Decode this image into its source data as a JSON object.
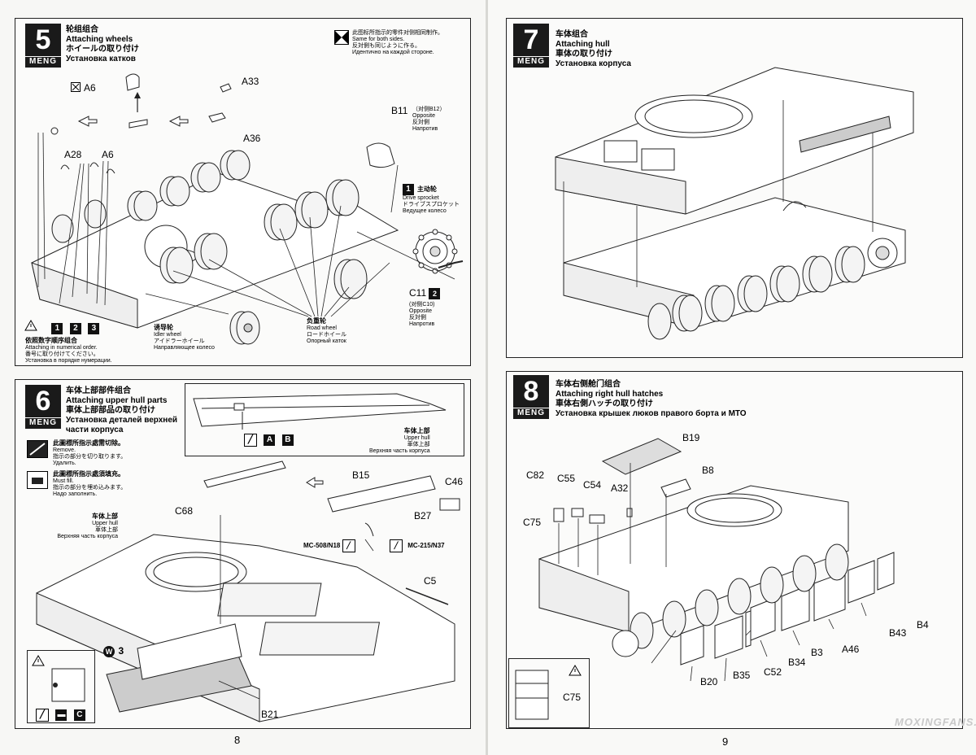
{
  "watermark": "MOXINGFANS.COM",
  "pages": {
    "left_number": "8",
    "right_number": "9"
  },
  "step5": {
    "number": "5",
    "brand": "MENG",
    "title_cn": "轮组组合",
    "title_en": "Attaching wheels",
    "title_jp": "ホイールの取り付け",
    "title_ru": "Установка катков",
    "note_cn": "此图标所指示的零件对侧相同制作。",
    "note_en": "Same for both sides.",
    "note_jp": "反対側も同じように作る。",
    "note_ru": "Идентично на каждой стороне.",
    "parts": {
      "a6_top": "A6",
      "a33": "A33",
      "a36": "A36",
      "a28": "A28",
      "a6_side": "A6",
      "b11": "B11",
      "b11_opp": "（对侧B12）",
      "opposite_en": "Opposite",
      "opposite_jp": "反対側",
      "opposite_ru": "Напротив",
      "c11": "C11",
      "c11_num": "2",
      "c11_opp": "(对侧C10)",
      "c11_opp_en": "Opposite",
      "c11_opp_jp": "反対側",
      "c11_opp_ru": "Напротив"
    },
    "sprocket": {
      "num": "1",
      "cn": "主动轮",
      "en": "Drive sprocket",
      "jp": "ドライブスプロケット",
      "ru": "Ведущее колесо"
    },
    "idler": {
      "cn": "诱导轮",
      "en": "Idler wheel",
      "jp": "アイドラーホイール",
      "ru": "Направляющее колесо"
    },
    "road": {
      "cn": "负重轮",
      "en": "Road wheel",
      "jp": "ロードホイール",
      "ru": "Опорный каток"
    },
    "order": {
      "n1": "1",
      "n2": "2",
      "n3": "3",
      "cn": "依照数字顺序组合",
      "en": "Attaching in numerical order.",
      "jp": "番号に取り付けてください。",
      "ru": "Установка в порядке нумерации."
    }
  },
  "step6": {
    "number": "6",
    "brand": "MENG",
    "title_cn": "车体上部部件组合",
    "title_en": "Attaching upper hull parts",
    "title_jp": "車体上部部品の取り付け",
    "title_ru1": "Установка деталей верхней",
    "title_ru2": "части корпуса",
    "remove": {
      "cn": "此圖標所指示處需切除。",
      "en": "Remove.",
      "jp": "指示の部分を切り取ります。",
      "ru": "Удалить."
    },
    "fill": {
      "cn": "此圖標所指示處須填充。",
      "en": "Must fill.",
      "jp": "指示の部分を埋め込みます。",
      "ru": "Надо заполнить."
    },
    "upper_hull": {
      "cn": "车体上部",
      "en": "Upper hull",
      "jp": "車体上部",
      "ru": "Верхняя часть корпуса"
    },
    "inset_upper_hull": {
      "cn": "车体上部",
      "en": "Upper hull",
      "jp": "車体上部",
      "ru": "Верхняя часть корпуса"
    },
    "inset_a": "A",
    "inset_b": "B",
    "parts": {
      "b15": "B15",
      "c46": "C46",
      "c68": "C68",
      "b27": "B27",
      "c5": "C5",
      "b21": "B21",
      "w3": "3",
      "w3_letter": "W",
      "c_box": "C"
    },
    "paints": {
      "p1": "MC-508/N18",
      "p2": "MC-215/N37"
    }
  },
  "step7": {
    "number": "7",
    "brand": "MENG",
    "title_cn": "车体组合",
    "title_en": "Attaching hull",
    "title_jp": "車体の取り付け",
    "title_ru": "Установка корпуса"
  },
  "step8": {
    "number": "8",
    "brand": "MENG",
    "title_cn": "车体右侧舱门组合",
    "title_en": "Attaching right hull hatches",
    "title_jp": "車体右側ハッチの取り付け",
    "title_ru": "Установка крышек люков правого борта и МТО",
    "parts": {
      "b19": "B19",
      "b8": "B8",
      "c82": "C82",
      "c55": "C55",
      "c54": "C54",
      "a32": "A32",
      "c75": "C75",
      "b4": "B4",
      "b43": "B43",
      "a46": "A46",
      "b3": "B3",
      "b34": "B34",
      "c52": "C52",
      "b35": "B35",
      "b20": "B20",
      "c75_inset": "C75"
    }
  }
}
